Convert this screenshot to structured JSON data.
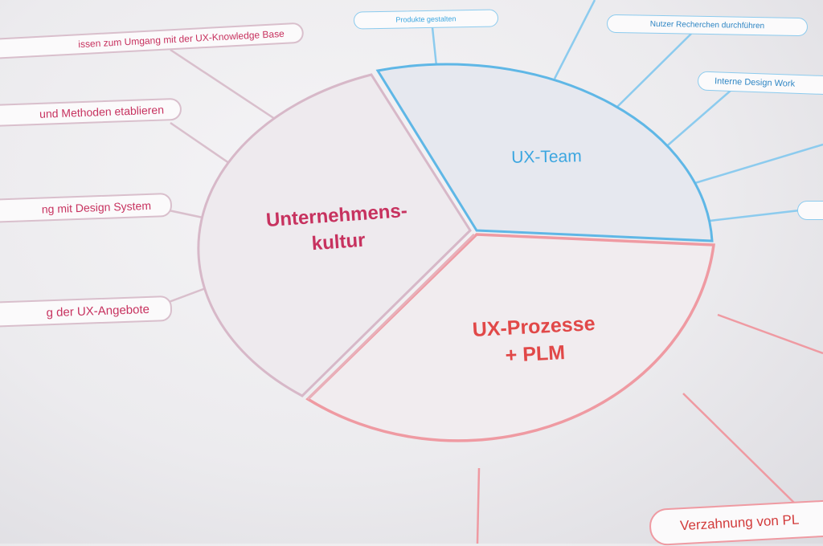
{
  "colors": {
    "culture": "#cc3a66",
    "culture_line": "#d7b8c8",
    "team": "#3ba6e0",
    "team_line": "#8ccbee",
    "process": "#e14848",
    "process_line": "#ef9aa2"
  },
  "segments": {
    "culture": {
      "title_line1": "Unternehmens-",
      "title_line2": "kultur"
    },
    "team": {
      "title": "UX-Team"
    },
    "process": {
      "title_line1": "UX-Prozesse",
      "title_line2": "+ PLM"
    }
  },
  "nodes": {
    "culture": [
      "issen zum Umgang mit der UX-Knowledge Base",
      "und Methoden etablieren",
      "ng mit Design System",
      "g der UX-Angebote"
    ],
    "team": [
      "Produkte gestalten",
      "Nutzer Recherchen durchführen",
      "Interne Design Work"
    ],
    "process": [
      "Verzahnung von PL"
    ]
  }
}
